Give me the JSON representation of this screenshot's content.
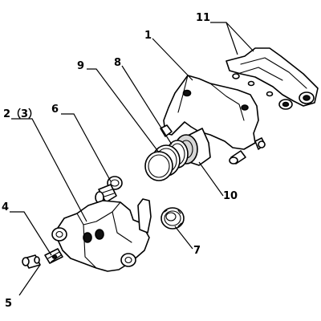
{
  "callouts": {
    "c1": "1",
    "c2": "2（3）",
    "c4": "4",
    "c5": "5",
    "c6": "6",
    "c7": "7",
    "c8": "8",
    "c9": "9",
    "c10": "10",
    "c11": "11"
  }
}
